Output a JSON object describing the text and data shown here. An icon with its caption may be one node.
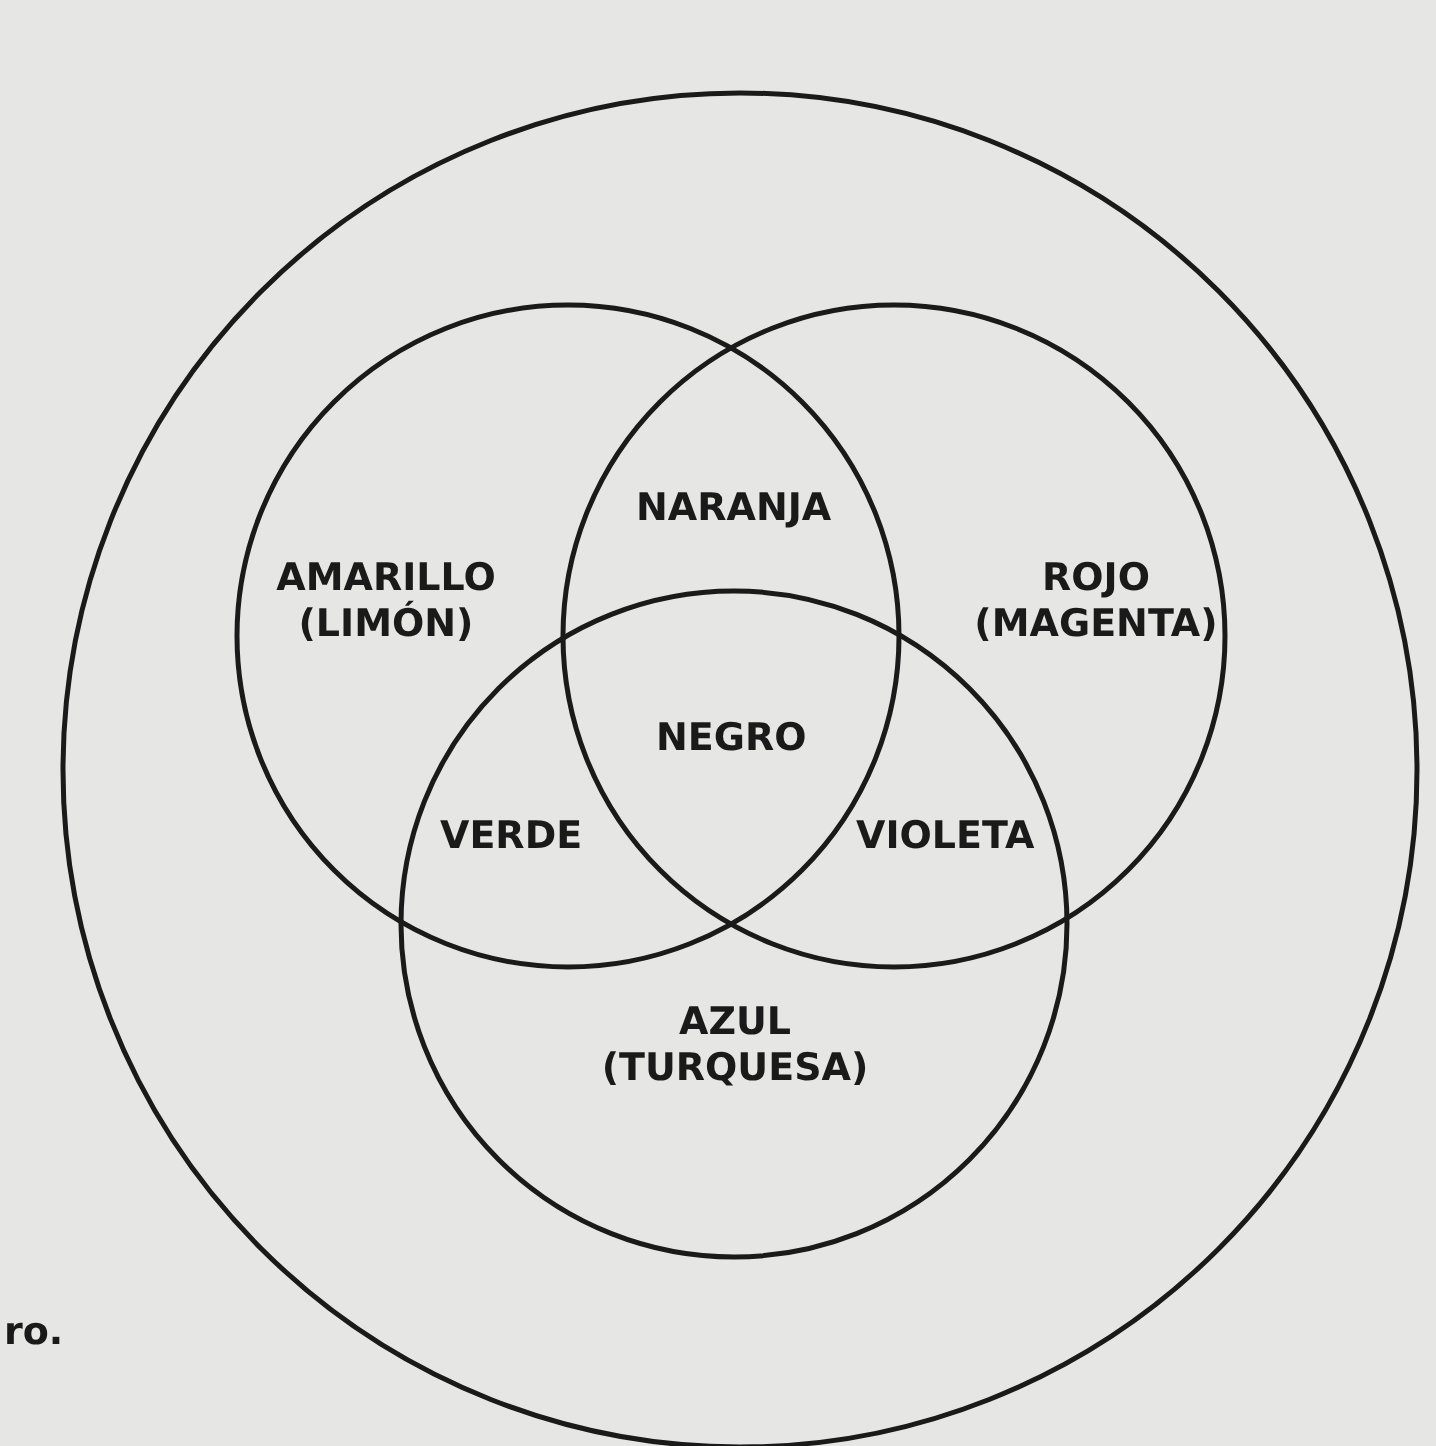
{
  "diagram": {
    "nodes": [
      {
        "text": [],
        "shape": "circle"
      },
      {
        "text": [
          "AMARILLO (LIMÓN)"
        ],
        "in": 0
      },
      {
        "text": [
          "ROJO (MAGENTA)"
        ],
        "in": 0
      },
      {
        "text": [
          "AZUL (TURQUESA)"
        ],
        "in": 0
      }
    ],
    "labels": [
      "NARANJA",
      "NEGRO",
      "VERDE",
      "VIOLETA",
      "ro."
    ]
  }
}
